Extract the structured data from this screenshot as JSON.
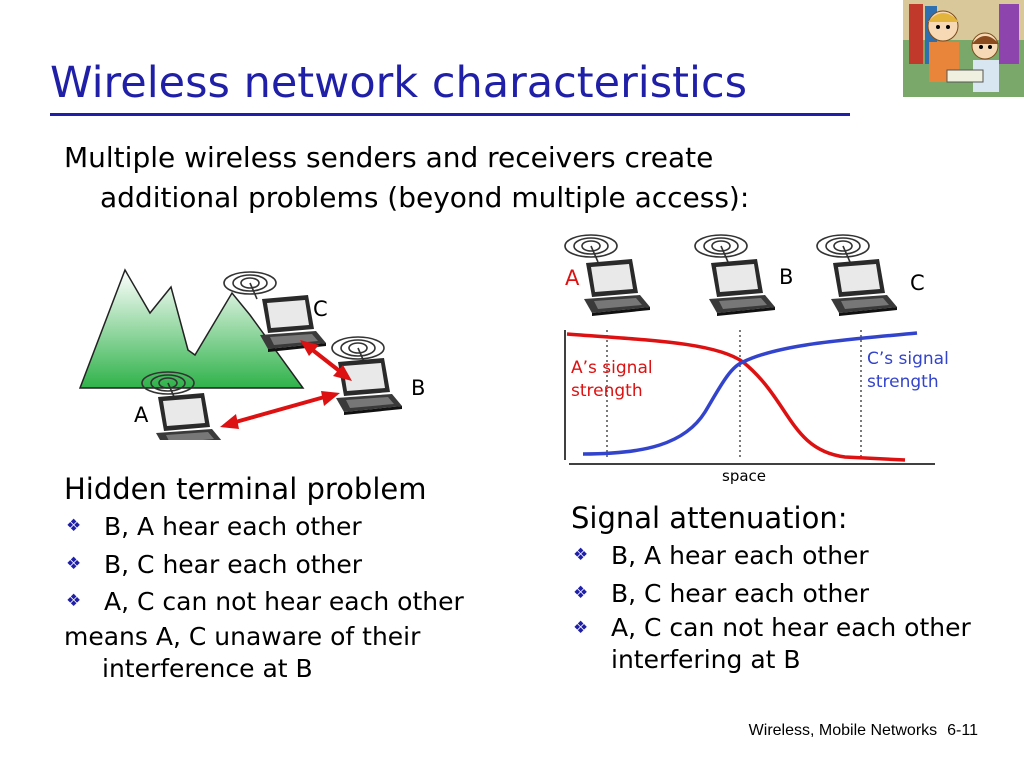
{
  "title": "Wireless network characteristics",
  "intro": {
    "line1": "Multiple wireless senders and receivers create",
    "line2": "additional problems (beyond multiple access):"
  },
  "hidden_terminal": {
    "labels": {
      "a": "A",
      "b": "B",
      "c": "C"
    },
    "heading": "Hidden terminal problem",
    "bullets": [
      "B, A hear each other",
      "B, C hear each other",
      "A, C can not hear each other"
    ],
    "means_line1": "means A, C unaware of their",
    "means_line2": "interference at B"
  },
  "signal_attenuation": {
    "labels": {
      "a": "A",
      "b": "B",
      "c": "C"
    },
    "a_signal_line1": "A’s signal",
    "a_signal_line2": "strength",
    "c_signal_line1": "C’s signal",
    "c_signal_line2": "strength",
    "axis_label": "space",
    "heading": "Signal attenuation:",
    "bullets": [
      "B, A hear each other",
      "B, C hear each other",
      "A, C can not hear each other"
    ],
    "bullet3_cont": "interfering at B"
  },
  "footer": {
    "course": "Wireless, Mobile Networks",
    "slide": "6-11"
  },
  "colors": {
    "title": "#1f1fa8",
    "red": "#dd1111",
    "blue": "#3344cc",
    "mountain_top": "#ffffff",
    "mountain_bottom": "#2fb24a"
  },
  "icons": {
    "bullet": "diamond-bullet-icon",
    "laptop": "laptop-icon",
    "antenna": "radio-waves-icon"
  }
}
